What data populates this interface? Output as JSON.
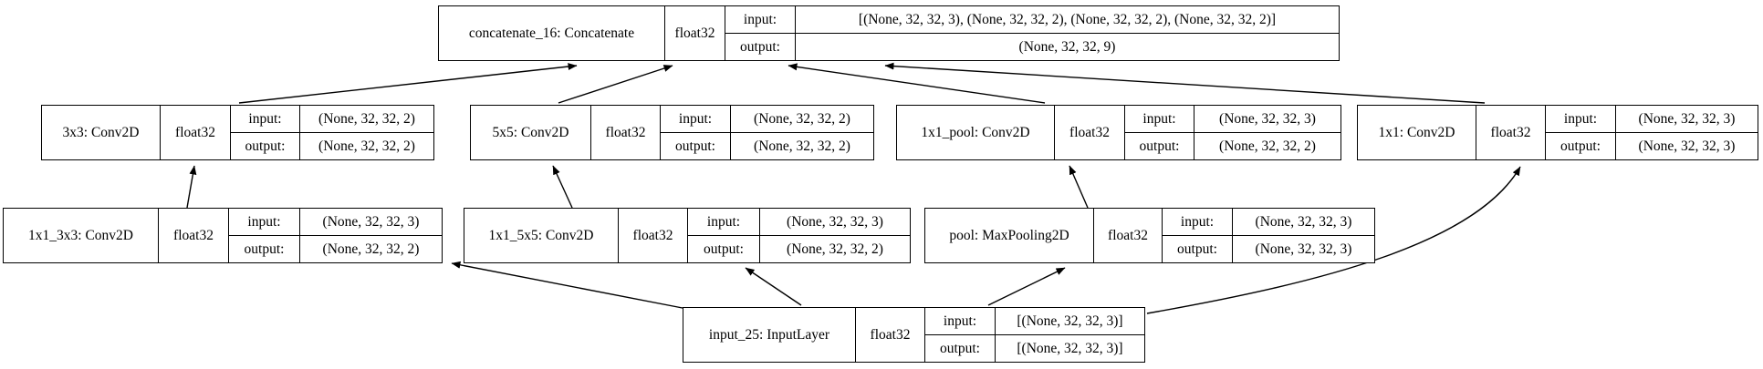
{
  "diagram": {
    "kind": "keras-model-graph",
    "background_color": "#ffffff",
    "line_color": "#000000",
    "io_labels": {
      "input": "input:",
      "output": "output:"
    },
    "nodes": [
      {
        "id": "concatenate_16",
        "title": "concatenate_16: Concatenate",
        "dtype": "float32",
        "input": "[(None, 32, 32, 3), (None, 32, 32, 2), (None, 32, 32, 2), (None, 32, 32, 2)]",
        "output": "(None, 32, 32, 9)"
      },
      {
        "id": "3x3",
        "title": "3x3: Conv2D",
        "dtype": "float32",
        "input": "(None, 32, 32, 2)",
        "output": "(None, 32, 32, 2)"
      },
      {
        "id": "5x5",
        "title": "5x5: Conv2D",
        "dtype": "float32",
        "input": "(None, 32, 32, 2)",
        "output": "(None, 32, 32, 2)"
      },
      {
        "id": "1x1_pool",
        "title": "1x1_pool: Conv2D",
        "dtype": "float32",
        "input": "(None, 32, 32, 3)",
        "output": "(None, 32, 32, 2)"
      },
      {
        "id": "1x1",
        "title": "1x1: Conv2D",
        "dtype": "float32",
        "input": "(None, 32, 32, 3)",
        "output": "(None, 32, 32, 3)"
      },
      {
        "id": "1x1_3x3",
        "title": "1x1_3x3: Conv2D",
        "dtype": "float32",
        "input": "(None, 32, 32, 3)",
        "output": "(None, 32, 32, 2)"
      },
      {
        "id": "1x1_5x5",
        "title": "1x1_5x5: Conv2D",
        "dtype": "float32",
        "input": "(None, 32, 32, 3)",
        "output": "(None, 32, 32, 2)"
      },
      {
        "id": "pool",
        "title": "pool: MaxPooling2D",
        "dtype": "float32",
        "input": "(None, 32, 32, 3)",
        "output": "(None, 32, 32, 3)"
      },
      {
        "id": "input_25",
        "title": "input_25: InputLayer",
        "dtype": "float32",
        "input": "[(None, 32, 32, 3)]",
        "output": "[(None, 32, 32, 3)]"
      }
    ],
    "edges": [
      {
        "from": "1x1_3x3",
        "to": "3x3"
      },
      {
        "from": "1x1_5x5",
        "to": "5x5"
      },
      {
        "from": "pool",
        "to": "1x1_pool"
      },
      {
        "from": "3x3",
        "to": "concatenate_16"
      },
      {
        "from": "5x5",
        "to": "concatenate_16"
      },
      {
        "from": "1x1_pool",
        "to": "concatenate_16"
      },
      {
        "from": "1x1",
        "to": "concatenate_16"
      },
      {
        "from": "input_25",
        "to": "1x1_3x3"
      },
      {
        "from": "input_25",
        "to": "1x1_5x5"
      },
      {
        "from": "input_25",
        "to": "pool"
      },
      {
        "from": "input_25",
        "to": "1x1"
      }
    ]
  }
}
